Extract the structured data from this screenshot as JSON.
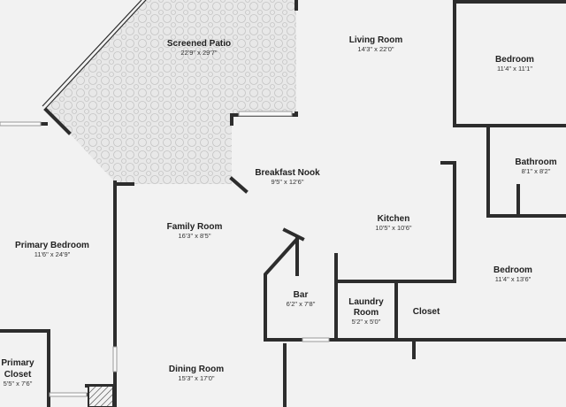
{
  "rooms": [
    {
      "id": "screened-patio",
      "name": "Screened Patio",
      "dims": "22'9\" x 29'7\""
    },
    {
      "id": "living-room",
      "name": "Living Room",
      "dims": "14'3\" x 22'0\""
    },
    {
      "id": "bedroom-top",
      "name": "Bedroom",
      "dims": "11'4\" x 11'1\""
    },
    {
      "id": "bathroom",
      "name": "Bathroom",
      "dims": "8'1\" x 8'2\""
    },
    {
      "id": "breakfast-nook",
      "name": "Breakfast Nook",
      "dims": "9'5\" x 12'6\""
    },
    {
      "id": "family-room",
      "name": "Family Room",
      "dims": "16'3\" x 8'5\""
    },
    {
      "id": "kitchen",
      "name": "Kitchen",
      "dims": "10'5\" x 10'6\""
    },
    {
      "id": "primary-bedroom",
      "name": "Primary Bedroom",
      "dims": "11'6\" x 24'9\""
    },
    {
      "id": "bedroom-right",
      "name": "Bedroom",
      "dims": "11'4\" x 13'6\""
    },
    {
      "id": "bar",
      "name": "Bar",
      "dims": "6'2\" x 7'8\""
    },
    {
      "id": "laundry-room",
      "name": "Laundry Room",
      "name_lines": [
        "Laundry",
        "Room"
      ],
      "dims": "5'2\" x 5'0\""
    },
    {
      "id": "closet",
      "name": "Closet",
      "dims": ""
    },
    {
      "id": "primary-closet",
      "name": "Primary Closet",
      "name_lines": [
        "Primary",
        "Closet"
      ],
      "dims": "5'5\" x 7'6\""
    },
    {
      "id": "dining-room",
      "name": "Dining Room",
      "dims": "15'3\" x 17'0\""
    }
  ],
  "colors": {
    "floor": "#f2f2f2",
    "wall": "#2d2d2d",
    "patio": "#e6e6e6",
    "text": "#222222"
  }
}
